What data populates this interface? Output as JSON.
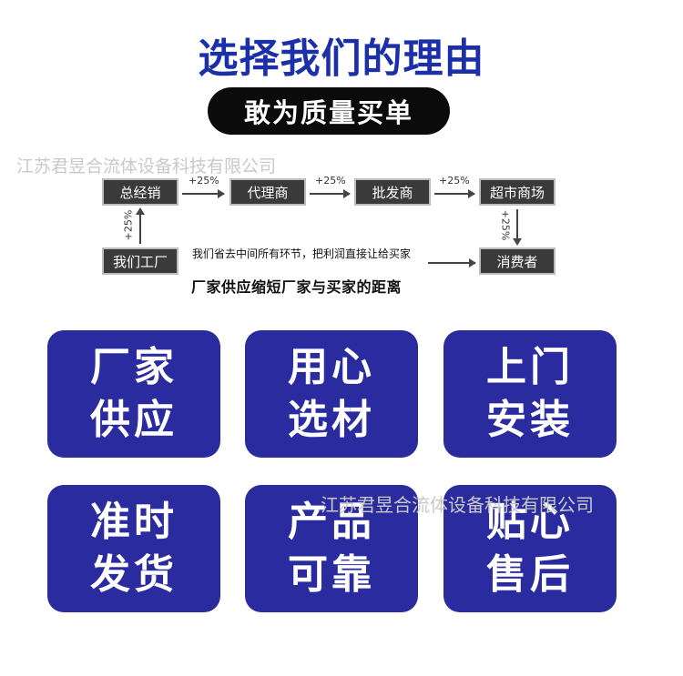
{
  "header": {
    "title": "选择我们的理由",
    "subtitle": "敢为质量买单"
  },
  "watermark": "江苏君昱合流体设备科技有限公司",
  "flow": {
    "nodes": {
      "distributor": "总经销",
      "agent": "代理商",
      "wholesaler": "批发商",
      "supermarket": "超市商场",
      "consumer": "消费者",
      "factory": "我们工厂"
    },
    "markup": "+25%",
    "note_line1": "我们省去中间所有环节，把利润直接让给买家",
    "note_line2": "厂家供应缩短厂家与买家的距离"
  },
  "cards": [
    {
      "line1": "厂家",
      "line2": "供应"
    },
    {
      "line1": "用心",
      "line2": "选材"
    },
    {
      "line1": "上门",
      "line2": "安装"
    },
    {
      "line1": "准时",
      "line2": "发货"
    },
    {
      "line1": "产品",
      "line2": "可靠"
    },
    {
      "line1": "贴心",
      "line2": "售后"
    }
  ],
  "colors": {
    "title": "#1b2fa8",
    "card_bg": "#2b2ba0",
    "node_bg": "#3a3a3a",
    "pill_bg": "#0b0b0b"
  }
}
